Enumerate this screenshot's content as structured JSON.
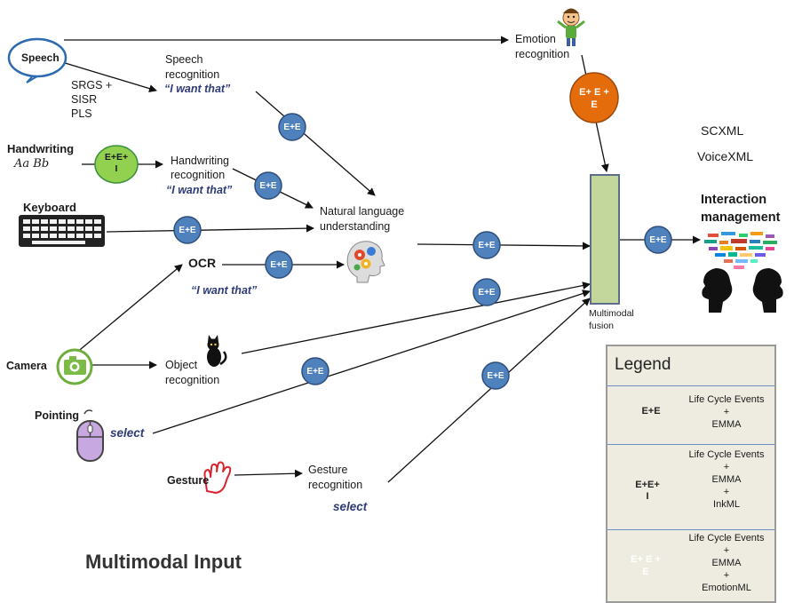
{
  "inputs": {
    "speech": "Speech",
    "speech_standards": [
      "SRGS +",
      "SISR",
      "PLS"
    ],
    "handwriting": "Handwriting",
    "handwriting_sample": "Aa Bb",
    "keyboard": "Keyboard",
    "camera": "Camera",
    "pointing": "Pointing",
    "gesture": "Gesture"
  },
  "processors": {
    "speech_recognition": [
      "Speech",
      "recognition"
    ],
    "handwriting_recognition": [
      "Handwriting",
      "recognition"
    ],
    "nlu": [
      "Natural language",
      "understanding"
    ],
    "ocr": "OCR",
    "object_recognition": [
      "Object",
      "recognition"
    ],
    "gesture_recognition": [
      "Gesture",
      "recognition"
    ],
    "emotion_recognition": [
      "Emotion",
      "recognition"
    ]
  },
  "quotes": {
    "speech": "“I want that”",
    "handwriting": "“I want that”",
    "ocr": "“I want that”",
    "pointing": "select",
    "gesture": "select"
  },
  "badges": {
    "ee": "E+E",
    "eei": [
      "E+E+",
      "I"
    ],
    "eee": [
      "E+ E +",
      "E"
    ]
  },
  "fusion_label": [
    "Multimodal",
    "fusion"
  ],
  "standards": [
    "SCXML",
    "VoiceXML"
  ],
  "interaction_management": [
    "Interaction",
    "management"
  ],
  "footer_title": "Multimodal Input",
  "legend": {
    "title": "Legend",
    "rows": [
      {
        "badge": [
          "E+E"
        ],
        "lines": [
          "Life Cycle Events",
          "+",
          "EMMA"
        ]
      },
      {
        "badge": [
          "E+E+",
          "I"
        ],
        "lines": [
          "Life Cycle Events",
          "+",
          "EMMA",
          "+",
          "InkML"
        ]
      },
      {
        "badge": [
          "E+ E +",
          "E"
        ],
        "lines": [
          "Life Cycle Events",
          "+",
          "EMMA",
          "+",
          "EmotionML"
        ]
      }
    ]
  },
  "colors": {
    "ee_badge": "#4f81bd",
    "eei_badge": "#92d050",
    "eee_badge": "#e46c0a",
    "fusion_box": "#c3d69b",
    "legend_bg": "#eeece1",
    "quote_text": "#2e3b78"
  }
}
